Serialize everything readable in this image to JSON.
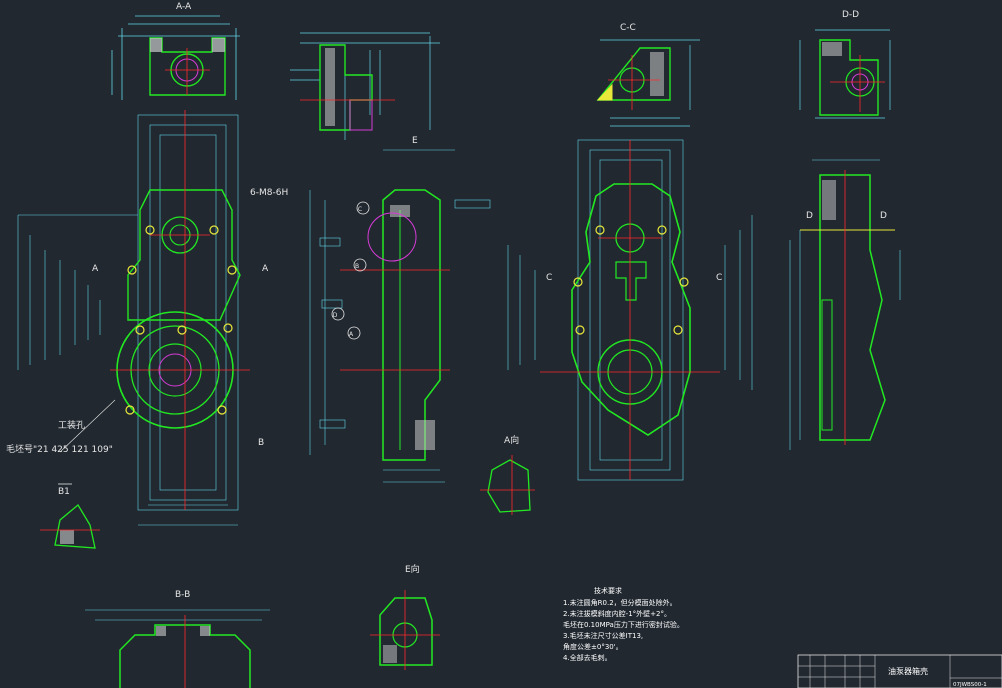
{
  "drawing": {
    "colors": {
      "background": "#212830",
      "outline": "#22e822",
      "dimension": "#62d6e8",
      "centerline": "#ff2a2a",
      "hatch": "#c9c9c9",
      "text": "#e6e6e6",
      "magenta": "#d63cd6",
      "yellow": "#e8e83a"
    },
    "section_labels": {
      "aa": "A-A",
      "cc": "C-C",
      "dd": "D-D",
      "bb": "B-B",
      "a_view": "A向",
      "e_view": "E向",
      "b1": "B1",
      "d_top": "D",
      "e_marker": "E"
    },
    "annotations": {
      "thread_callout": "6-M8-6H",
      "workpiece_label": "工装孔",
      "part_code": "毛坯号\"21 425 121 109\"",
      "b_arrow": "B",
      "a_left": "A",
      "a_right": "A",
      "c_left": "C",
      "c_right": "C",
      "d_left": "D",
      "d_right": "D"
    },
    "tech_requirements": {
      "title": "技术要求",
      "lines": [
        "1.未注圆角R0.2，但分模面处除外。",
        "2.未注拔模斜度内腔-1°外壁+2°。",
        "  毛坯在0.10MPa压力下进行密封试验。",
        "3.毛坯未注尺寸公差IT13,",
        "  角度公差±0°30'。",
        "4.全部去毛刺。"
      ]
    },
    "title_block": {
      "name": "油泵器箱壳",
      "drawing_no": "07JWBS00-1"
    }
  }
}
